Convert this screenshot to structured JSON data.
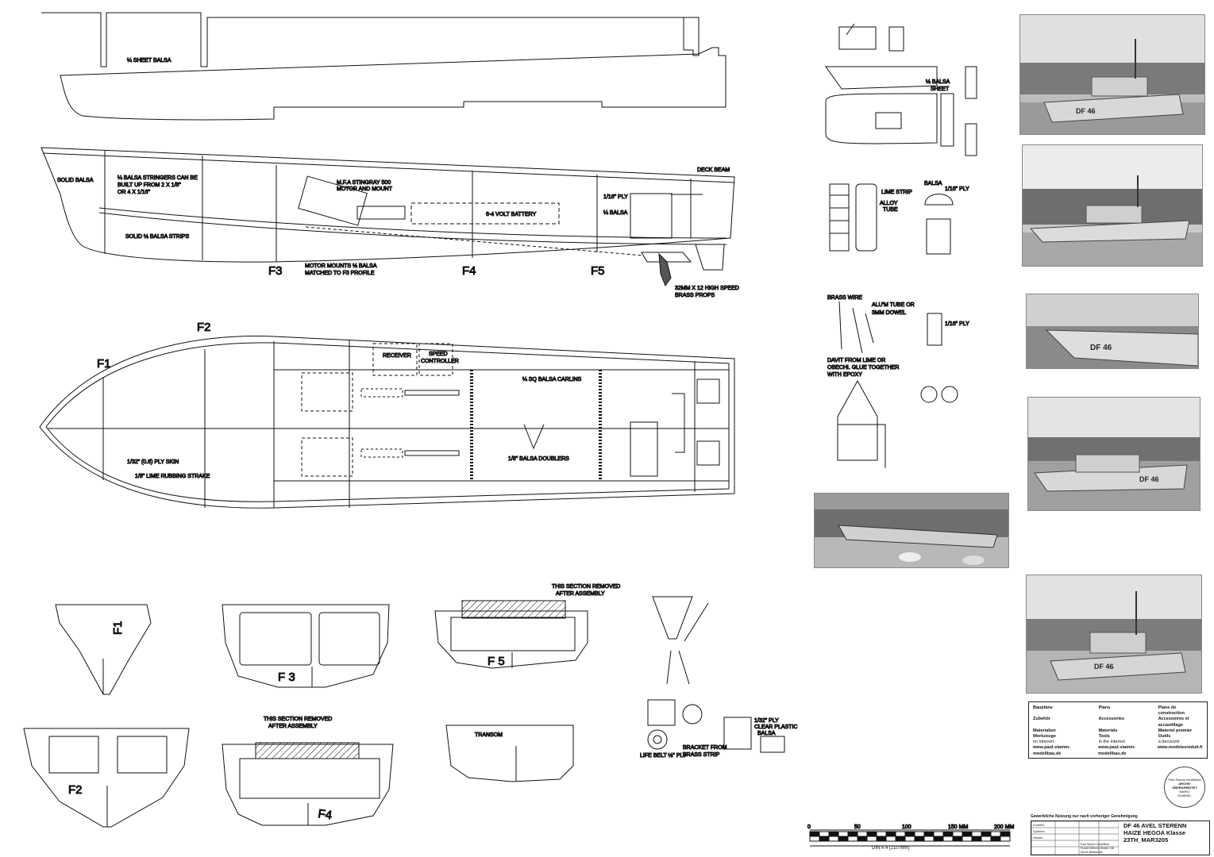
{
  "plan": {
    "side_profile": {
      "label": "¼ SHEET BALSA"
    },
    "section_view": {
      "solid_balsa": "Solid Balsa",
      "stringers": [
        "¼ BALSA STRINGERS CAN BE",
        "BUILT UP FROM 2 x 1/8\"",
        "OR 4 x 1/16\""
      ],
      "strips": "SOLID ½ BALSA STRIPS",
      "motor": [
        "M.F.A STINGRAY 500",
        "MOTOR AND MOUNT"
      ],
      "battery": "6-4 VOLT BATTERY",
      "deck_beam": "DECK BEAM",
      "ply": "1/16\" PLY",
      "balsa": "¼ BALSA",
      "motor_mounts": [
        "MOTOR MOUNTS ½ BALSA",
        "MATCHED TO F3 PROFILE"
      ],
      "props": [
        "32MM x 12 HIGH SPEED",
        "BRASS PROPS"
      ],
      "frames": [
        "F3",
        "F4",
        "F5"
      ]
    },
    "top_view": {
      "frame_labels": [
        "F1",
        "F2"
      ],
      "receiver": "RECEIVER",
      "speed_controller": [
        "SPEED",
        "CONTROLLER"
      ],
      "carlins": "¼ Sq BALSA CARLINS",
      "doublers": "1/8\" BALSA DOUBLERS",
      "ply_skin": "1/32\" (0.8) PLY SKIN",
      "rubbing_strake": "1/8\" LIME RUBBING STRAKE"
    },
    "frames": {
      "f1": "F1",
      "f2": "F2",
      "f3": "F 3",
      "f4": "F4",
      "f5": "F 5",
      "transom": "TRANSOM",
      "removed_note": [
        "THIS SECTION REMOVED",
        "AFTER ASSEMBLY"
      ]
    },
    "details": {
      "dinghy_sheet": [
        "½ BALSA",
        "SHEET"
      ],
      "lime_strip": "LIME STRIP",
      "alloy_tube": [
        "ALLOY",
        "TUBE"
      ],
      "balsa": "BALSA",
      "ply_116": "1/16\" PLY",
      "brass_wire": "BRASS WIRE",
      "alum_tube": [
        "ALU'M TUBE OR",
        "3MM DOWEL"
      ],
      "ply_116b": "1/16\" PLY",
      "davit": [
        "DAVIT FROM LIME OR",
        "OBECHI. GLUE TOGETHER",
        "WITH EPOXY"
      ],
      "bracket": [
        "BRACKET FROM",
        "BRASS STRIP"
      ],
      "lifebelt": "LIFE BELT ½\" PLY",
      "window": [
        "1/32\" PLY",
        "CLEAR PLASTIC",
        "BALSA"
      ]
    }
  },
  "photos": [
    {
      "hull_text": "DF 46"
    },
    {
      "hull_text": ""
    },
    {
      "hull_text": "DF 46"
    },
    {
      "hull_text": "DF 46"
    },
    {
      "hull_text": ""
    },
    {
      "hull_text": "DF 46"
    }
  ],
  "legend": {
    "rows": [
      [
        "Baupläne",
        "Plans",
        "Plans de construction"
      ],
      [
        "Zubehör",
        "Accessories",
        "Accessoires et accastillage"
      ],
      [
        "Materialien",
        "Materials",
        "Materiel premier"
      ],
      [
        "Werkzeuge",
        "Tools",
        "Outils"
      ],
      [
        "",
        "",
        ""
      ],
      [
        "im Internet",
        "in the internet",
        "a decouvrir"
      ],
      [
        "www.paul-stamm-modellbau.de",
        "www.paul-stamm-modellbau.de",
        "www.modelesreduit.fr"
      ]
    ]
  },
  "stamp": [
    "Paul Stamm Modellbau",
    "ARCHIV",
    "ÜBERARBEITET",
    "MARIO",
    "KÜMMEL"
  ],
  "notice": "Gewerbliche Nutzung nur nach vorheriger Genehmigung",
  "title_block": {
    "line1": "DF 46 AVEL STERENN",
    "line2": "HAIZE HEGOA Klasse",
    "line3": "23TH_MAR3205",
    "small": [
      "Ersteller",
      "Spanten",
      "Details",
      "Paul Stamm Modellbau",
      "Rudolf-Wilhelm-Straße 13b",
      "66440 Blieskastel"
    ]
  },
  "scale_bar": {
    "ticks": [
      "0",
      "50",
      "100",
      "150 mm",
      "200 mm"
    ],
    "caption": "DIN A 4 [210 mm]"
  }
}
